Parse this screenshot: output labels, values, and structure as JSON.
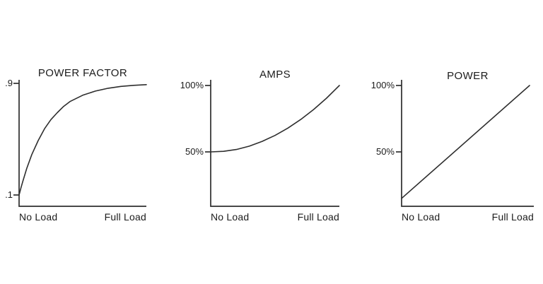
{
  "page": {
    "background": "#ffffff",
    "line_color": "#2e2e2e",
    "text_color": "#1c1c1c"
  },
  "chart_data": [
    {
      "type": "line",
      "title": "POWER FACTOR",
      "xlabel": "",
      "ylabel": "",
      "x_axis_labels": [
        "No Load",
        "Full Load"
      ],
      "x_range": [
        "No Load",
        "Full Load"
      ],
      "ylim": [
        0,
        1
      ],
      "grid": false,
      "legend": false,
      "y_ticks": [
        {
          "label": ".9",
          "value": 0.9
        },
        {
          "label": ".1",
          "value": 0.1
        }
      ],
      "series": [
        {
          "name": "power factor vs load",
          "shape": "rising saturation curve from .1 at no load to .9 at full load",
          "points": [
            [
              0,
              0.1
            ],
            [
              0.015,
              0.152
            ],
            [
              0.03,
              0.2
            ],
            [
              0.06,
              0.29
            ],
            [
              0.1,
              0.39
            ],
            [
              0.15,
              0.49
            ],
            [
              0.2,
              0.575
            ],
            [
              0.25,
              0.64
            ],
            [
              0.3,
              0.69
            ],
            [
              0.35,
              0.735
            ],
            [
              0.4,
              0.77
            ],
            [
              0.5,
              0.815
            ],
            [
              0.6,
              0.845
            ],
            [
              0.7,
              0.865
            ],
            [
              0.8,
              0.878
            ],
            [
              0.9,
              0.886
            ],
            [
              1.0,
              0.891
            ]
          ]
        }
      ]
    },
    {
      "type": "line",
      "title": "AMPS",
      "xlabel": "",
      "ylabel": "",
      "x_axis_labels": [
        "No Load",
        "Full Load"
      ],
      "x_range": [
        "No Load",
        "Full Load"
      ],
      "ylim": [
        0,
        100
      ],
      "grid": false,
      "legend": false,
      "y_ticks": [
        {
          "label": "100%",
          "value": 100
        },
        {
          "label": "50%",
          "value": 50
        }
      ],
      "series": [
        {
          "name": "amps vs load",
          "shape": "flat near 50% at no load, accelerating upward to 100% at full load",
          "points": [
            [
              0,
              50
            ],
            [
              0.1,
              50.4
            ],
            [
              0.2,
              51.8
            ],
            [
              0.3,
              54.3
            ],
            [
              0.4,
              57.9
            ],
            [
              0.5,
              62.4
            ],
            [
              0.6,
              67.9
            ],
            [
              0.7,
              74.4
            ],
            [
              0.8,
              81.9
            ],
            [
              0.9,
              90.4
            ],
            [
              1.0,
              100
            ]
          ]
        }
      ]
    },
    {
      "type": "line",
      "title": "POWER",
      "xlabel": "",
      "ylabel": "",
      "x_axis_labels": [
        "No Load",
        "Full Load"
      ],
      "x_range": [
        "No Load",
        "Full Load"
      ],
      "ylim": [
        0,
        100
      ],
      "grid": false,
      "legend": false,
      "y_ticks": [
        {
          "label": "100%",
          "value": 100
        },
        {
          "label": "50%",
          "value": 50
        }
      ],
      "series": [
        {
          "name": "power vs load",
          "shape": "straight line from about 15% at no load to 100% at full load",
          "points": [
            [
              0,
              15
            ],
            [
              1.0,
              100
            ]
          ]
        }
      ]
    }
  ]
}
